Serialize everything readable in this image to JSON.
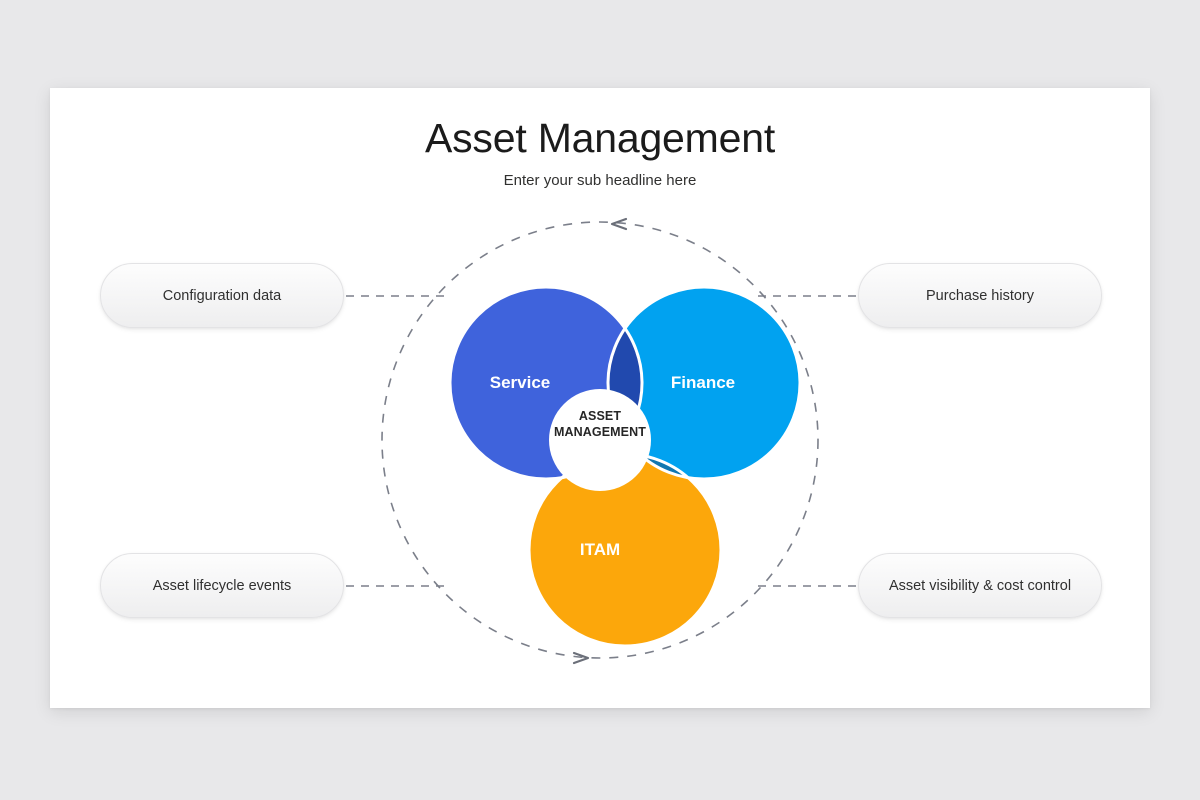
{
  "page": {
    "background_color": "#e8e8ea",
    "card_background": "#ffffff"
  },
  "header": {
    "title": "Asset Management",
    "subtitle": "Enter your sub headline here"
  },
  "diagram": {
    "type": "venn-3-circle",
    "center_label_line1": "ASSET",
    "center_label_line2": "MANAGEMENT",
    "circles": [
      {
        "id": "service",
        "label": "Service",
        "color": "#3f63dc",
        "position": "left"
      },
      {
        "id": "finance",
        "label": "Finance",
        "color": "#01a2f0",
        "position": "right"
      },
      {
        "id": "itam",
        "label": "ITAM",
        "color": "#fca70b",
        "position": "bottom"
      }
    ],
    "overlaps": [
      {
        "id": "service-finance",
        "color": "#2149ae"
      },
      {
        "id": "service-itam",
        "color": "#bf7c08"
      },
      {
        "id": "finance-itam",
        "color": "#1277b0"
      }
    ],
    "orbit": {
      "style": "dashed",
      "color": "#7b7f8a",
      "arrow_top_direction": "left",
      "arrow_bottom_direction": "right"
    }
  },
  "callouts": [
    {
      "id": "configuration-data",
      "label": "Configuration data",
      "side": "left",
      "row": "top"
    },
    {
      "id": "purchase-history",
      "label": "Purchase history",
      "side": "right",
      "row": "top"
    },
    {
      "id": "asset-lifecycle-events",
      "label": "Asset lifecycle events",
      "side": "left",
      "row": "bottom"
    },
    {
      "id": "asset-visibility-cost-control",
      "label": "Asset visibility & cost control",
      "side": "right",
      "row": "bottom"
    }
  ]
}
